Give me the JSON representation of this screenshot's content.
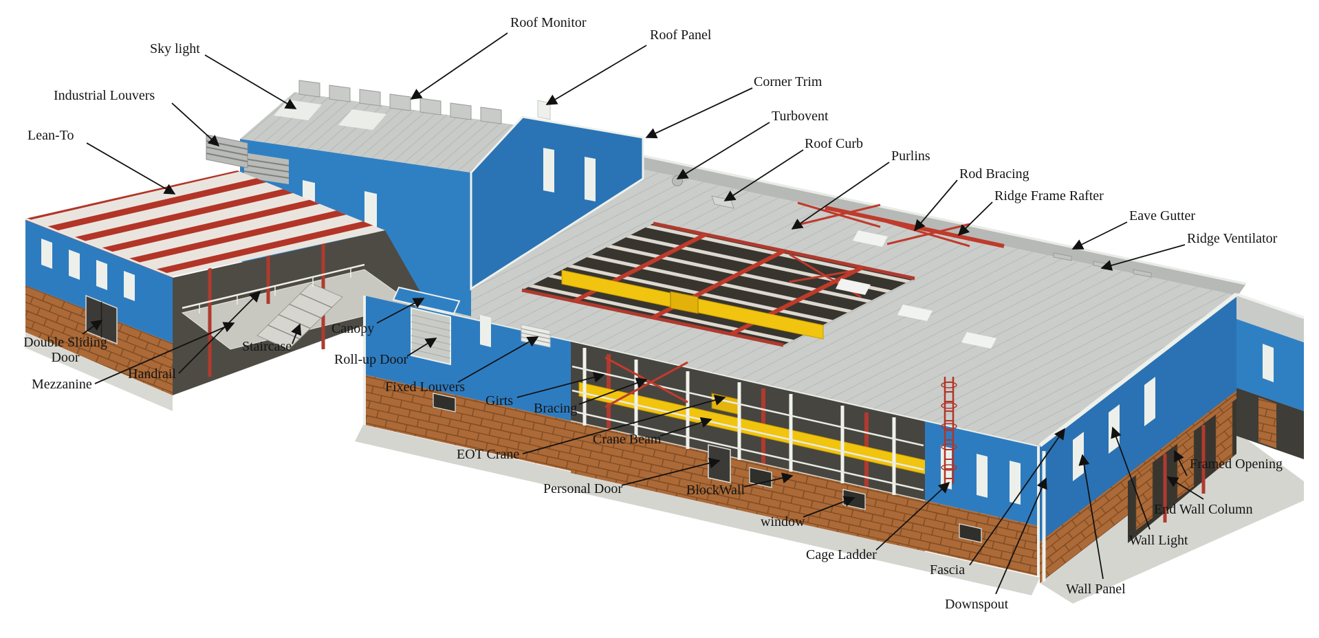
{
  "diagram": {
    "labels": [
      {
        "id": "roof-monitor",
        "text": "Roof Monitor"
      },
      {
        "id": "roof-panel",
        "text": "Roof Panel"
      },
      {
        "id": "corner-trim",
        "text": "Corner Trim"
      },
      {
        "id": "turbovent",
        "text": "Turbovent"
      },
      {
        "id": "roof-curb",
        "text": "Roof Curb"
      },
      {
        "id": "purlins",
        "text": "Purlins"
      },
      {
        "id": "rod-bracing",
        "text": "Rod Bracing"
      },
      {
        "id": "ridge-frame-rafter",
        "text": "Ridge Frame Rafter"
      },
      {
        "id": "eave-gutter",
        "text": "Eave Gutter"
      },
      {
        "id": "ridge-ventilator",
        "text": "Ridge Ventilator"
      },
      {
        "id": "sky-light",
        "text": "Sky light"
      },
      {
        "id": "industrial-louvers",
        "text": "Industrial Louvers"
      },
      {
        "id": "lean-to",
        "text": "Lean-To"
      },
      {
        "id": "double-sliding-door",
        "text": "Double Sliding Door"
      },
      {
        "id": "mezzanine",
        "text": "Mezzanine"
      },
      {
        "id": "handrail",
        "text": "Handrail"
      },
      {
        "id": "staircase",
        "text": "Staircase"
      },
      {
        "id": "canopy",
        "text": "Canopy"
      },
      {
        "id": "roll-up-door",
        "text": "Roll-up Door"
      },
      {
        "id": "fixed-louvers",
        "text": "Fixed Louvers"
      },
      {
        "id": "girts",
        "text": "Girts"
      },
      {
        "id": "bracing",
        "text": "Bracing"
      },
      {
        "id": "eot-crane",
        "text": "EOT Crane"
      },
      {
        "id": "crane-beam",
        "text": "Crane Beam"
      },
      {
        "id": "personal-door",
        "text": "Personal Door"
      },
      {
        "id": "block-wall",
        "text": "BlockWall"
      },
      {
        "id": "window",
        "text": "window"
      },
      {
        "id": "cage-ladder",
        "text": "Cage Ladder"
      },
      {
        "id": "fascia",
        "text": "Fascia"
      },
      {
        "id": "downspout",
        "text": "Downspout"
      },
      {
        "id": "wall-panel",
        "text": "Wall Panel"
      },
      {
        "id": "wall-light",
        "text": "Wall Light"
      },
      {
        "id": "end-wall-column",
        "text": "End Wall Column"
      },
      {
        "id": "framed-opening",
        "text": "Framed Opening"
      }
    ],
    "colors": {
      "wall_blue": "#2e7cc0",
      "roof_gray": "#cbcdca",
      "brick_brown": "#ac6a38",
      "frame_red": "#b8372a",
      "crane_yellow": "#f1c40f",
      "trim_white": "#eef0ec",
      "label_text": "#141414"
    }
  }
}
